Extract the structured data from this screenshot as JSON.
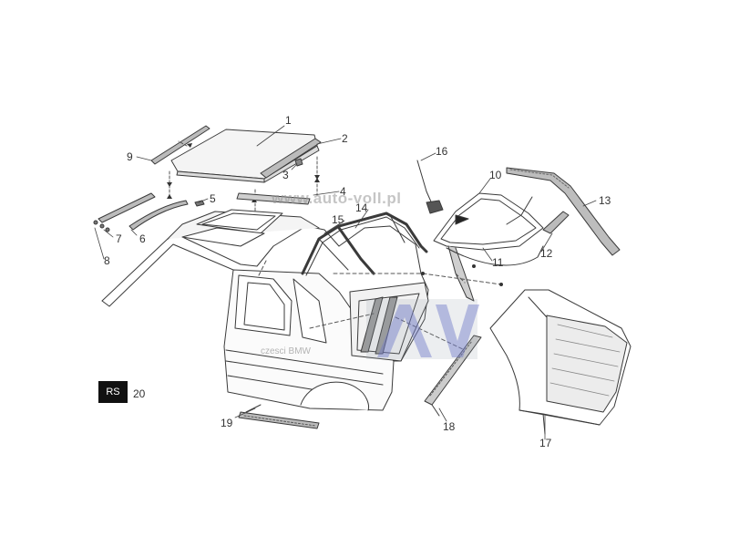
{
  "diagram": {
    "callouts": [
      {
        "n": "1"
      },
      {
        "n": "2"
      },
      {
        "n": "3"
      },
      {
        "n": "4"
      },
      {
        "n": "5"
      },
      {
        "n": "6"
      },
      {
        "n": "7"
      },
      {
        "n": "8"
      },
      {
        "n": "9"
      },
      {
        "n": "10"
      },
      {
        "n": "11"
      },
      {
        "n": "12"
      },
      {
        "n": "13"
      },
      {
        "n": "14"
      },
      {
        "n": "15"
      },
      {
        "n": "16"
      },
      {
        "n": "17"
      },
      {
        "n": "18"
      },
      {
        "n": "19"
      }
    ],
    "badge": "RS",
    "page_ref": "20"
  },
  "watermark": {
    "url": "www.auto-voll.pl",
    "small_text": "czesci BMW",
    "logo_letters": "AV"
  },
  "colors": {
    "line": "#3a3a3a",
    "fill_part": "#f4f4f4",
    "fill_dark": "#8a8a8a",
    "watermark": "#9aa0a6"
  }
}
